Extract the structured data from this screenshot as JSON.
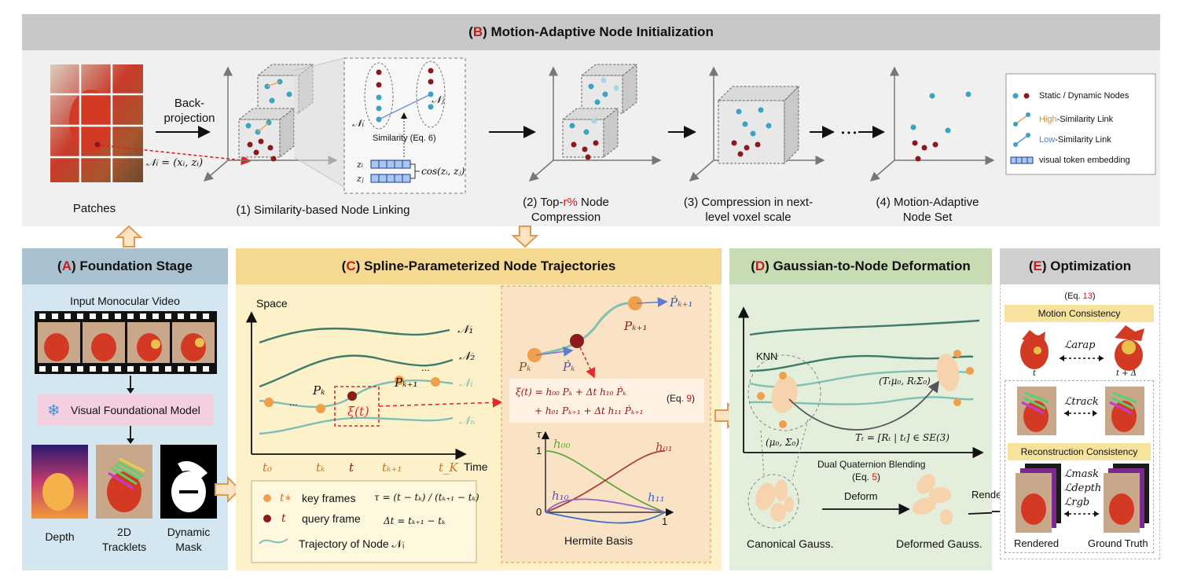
{
  "panel_b": {
    "letter": "B",
    "title": "Motion-Adaptive Node Initialization",
    "patches_label": "Patches",
    "backproj_label": "Back-\nprojection",
    "node_def": "𝒩ᵢ = (xᵢ, zᵢ)",
    "step1_label": "(1) Similarity-based Node Linking",
    "similarity_label": "Similarity (Eq. 6)",
    "similarity_eq": "6",
    "cos_label": "cos(zᵢ, zⱼ)",
    "ni_label": "𝒩ᵢ",
    "nj_label": "𝒩ⱼ",
    "zi_label": "zᵢ",
    "zj_label": "zⱼ",
    "step2_a": "(2) Top-",
    "step2_r": "r%",
    "step2_b": " Node\nCompression",
    "step3_label": "(3) Compression in next-\nlevel voxel scale",
    "step4_label": "(4) Motion-Adaptive\nNode Set",
    "ellipsis": "• • •",
    "legend": {
      "static_dynamic": "Static / Dynamic Nodes",
      "high_a": "High",
      "high_b": "-Similarity Link",
      "low_a": "Low",
      "low_b": "-Similarity Link",
      "token": "visual token embedding"
    }
  },
  "panel_a": {
    "letter": "A",
    "title": "Foundation Stage",
    "video_label": "Input Monocular Video",
    "vfm_label": "Visual Foundational Model",
    "depth_label": "Depth",
    "tracklets_label": "2D\nTracklets",
    "mask_label": "Dynamic\nMask"
  },
  "panel_c": {
    "letter": "C",
    "title": "Spline-Parameterized Node Trajectories",
    "space_label": "Space",
    "time_label": "Time",
    "n1": "𝒩₁",
    "n2": "𝒩₂",
    "ni": "𝒩ᵢ",
    "nn": "𝒩ₙ",
    "pk": "Pₖ",
    "pk1": "Pₖ₊₁",
    "xi_t": "ξ(t)",
    "dots": "...",
    "ticks": [
      "t₀",
      "tₖ",
      "t",
      "tₖ₊₁",
      "t_K"
    ],
    "legend_key": "key frames",
    "legend_key_sym": "t∗",
    "legend_query": "query frame",
    "legend_query_sym": "t",
    "legend_traj": "Trajectory of Node 𝒩ᵢ",
    "tau_eq": "τ = (t − tₖ) / (tₖ₊₁ − tₖ)",
    "dt_eq": "Δt = tₖ₊₁ − tₖ",
    "zoom_pk": "Pₖ",
    "zoom_pk_dot": "Ṗₖ",
    "zoom_pk1": "Pₖ₊₁",
    "zoom_pk1_dot": "Ṗₖ₊₁",
    "eq9_line1": "ξ(t) = h₀₀ Pₖ + Δt h₁₀ Ṗₖ",
    "eq9_line2": "+ h₀₁ Pₖ₊₁ + Δt h₁₁ Ṗₖ₊₁",
    "eq9_ref_a": "(Eq. ",
    "eq9_ref_n": "9",
    "eq9_ref_b": ")",
    "hermite_label": "Hermite Basis",
    "h00": "h₀₀",
    "h01": "h₀₁",
    "h10": "h₁₀",
    "h11": "h₁₁",
    "tau": "τ",
    "one_y": "1",
    "zero": "0",
    "one_x": "1"
  },
  "panel_d": {
    "letter": "D",
    "title": "Gaussian-to-Node Deformation",
    "knn_label": "KNN",
    "mu_sigma": "(μ₀, Σ₀)",
    "mu_sigma_t": "(Tₜμ₀, RₜΣ₀)",
    "tt_eq": "Tₜ = [Rₜ | tₜ] ∈ SE(3)",
    "dqb_label": "Dual Quaternion Blending",
    "dqb_eq_a": "(Eq. ",
    "dqb_eq_n": "5",
    "dqb_eq_b": ")",
    "deform_label": "Deform",
    "canonical_label": "Canonical Gauss.",
    "deformed_label": "Deformed Gauss.",
    "render_label": "Render"
  },
  "panel_e": {
    "letter": "E",
    "title": "Optimization",
    "eq13_a": "(Eq. ",
    "eq13_n": "13",
    "eq13_b": ")",
    "motion_label": "Motion Consistency",
    "l_arap": "ℒarap",
    "t_label": "t",
    "t_delta": "t + Δ",
    "l_track": "ℒtrack",
    "recon_label": "Reconstruction Consistency",
    "l_mask": "ℒmask",
    "l_depth": "ℒdepth",
    "l_rgb": "ℒrgb",
    "rendered_label": "Rendered",
    "gt_label": "Ground Truth"
  },
  "colors": {
    "header_gray": "#c8c8c8",
    "panel_b_bg": "#f0f0f0",
    "panel_a_head": "#a9c1cf",
    "panel_a_bg": "#d4e6f0",
    "panel_c_head": "#f5d990",
    "panel_c_bg": "#fcf1c8",
    "panel_d_head": "#c7dcb3",
    "panel_d_bg": "#e3eedb",
    "panel_e_head": "#cfcfcf",
    "accent_red": "#c21e1e",
    "static_node": "#8b1a1a",
    "dynamic_node": "#3aa3c4",
    "keyframe": "#f0a04b",
    "query": "#8b1a1a",
    "trajectory": "#7fbfb5"
  }
}
